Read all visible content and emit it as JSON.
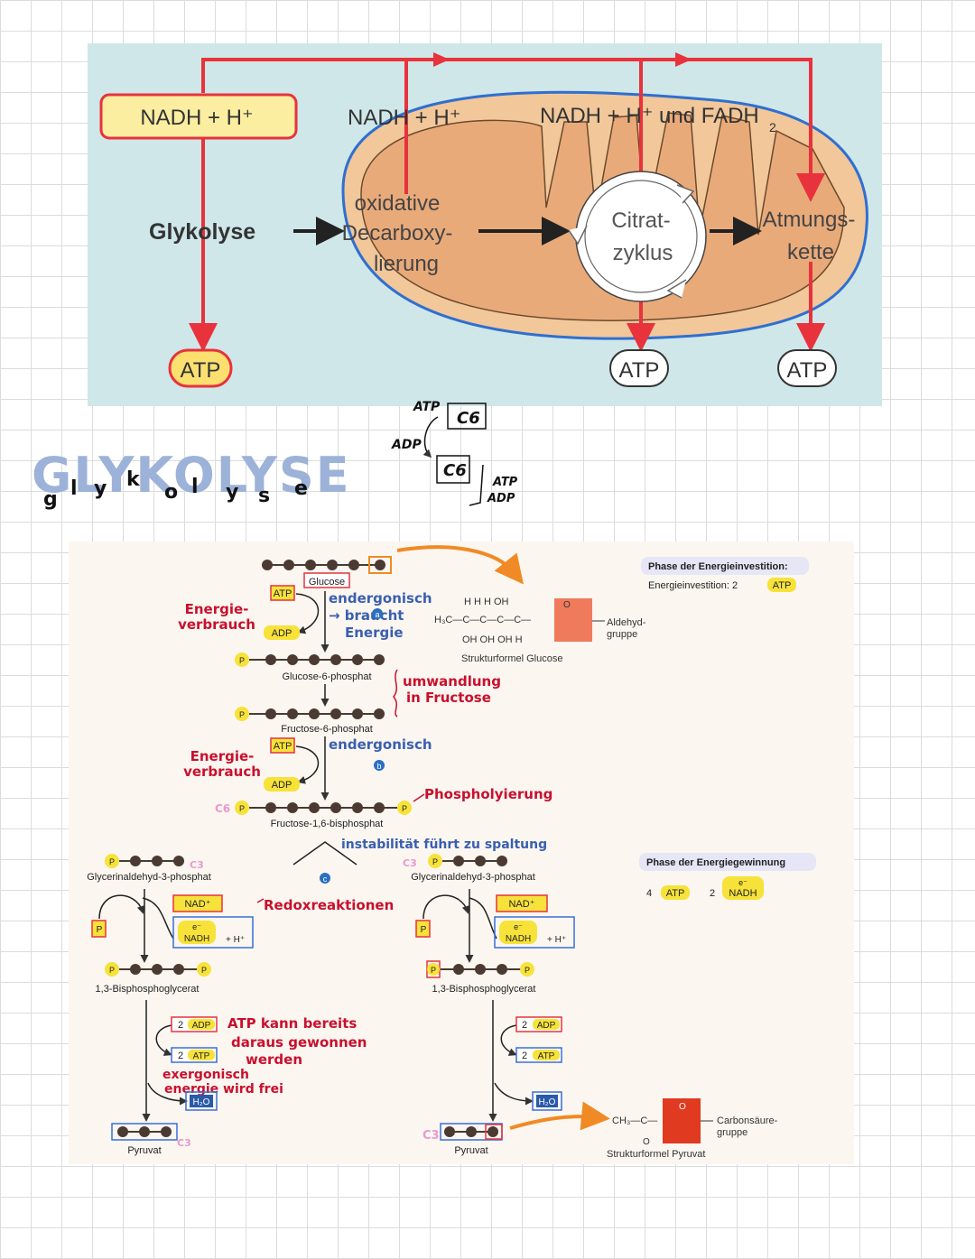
{
  "overview": {
    "nadh_box": "NADH + H⁺",
    "nadh_mid": "NADH + H⁺",
    "nadh_right": "NADH + H⁺ und FADH",
    "nadh_right_sub": "2",
    "glykolyse": "Glykolyse",
    "oxidative": [
      "oxidative",
      "Decarboxy-",
      "lierung"
    ],
    "citrat": [
      "Citrat-",
      "zyklus"
    ],
    "atmung": [
      "Atmungs-",
      "kette"
    ],
    "atp": "ATP"
  },
  "handwriting": {
    "title_top": "GLYKOLYSE",
    "title_letters": [
      "g",
      "l",
      "y",
      "k",
      "o",
      "l",
      "y",
      "s",
      "e"
    ],
    "atp": "ATP",
    "adp": "ADP",
    "c6": "C6",
    "atp_small": "ATP",
    "adp_small": "ADP"
  },
  "pathway": {
    "glucose": "Glucose",
    "atp": "ATP",
    "adp": "ADP",
    "p": "P",
    "glucose_6_phosphat": "Glucose-6-phosphat",
    "fructose_6_phosphat": "Fructose-6-phosphat",
    "fructose_1_6_bisphosphat": "Fructose-1,6-bisphosphat",
    "glycerinaldehyd": "Glycerinaldehyd-3-phosphat",
    "bisphosphoglycerat": "1,3-Bisphosphoglycerat",
    "pyruvat": "Pyruvat",
    "nad": "NAD⁺",
    "nadh": "NADH",
    "h_plus": "+ H⁺",
    "electron": "e⁻",
    "two": "2",
    "h2o": "H₂O",
    "label_a": "a",
    "label_b": "b",
    "label_c": "c",
    "strukturformel_glucose": "Strukturformel Glucose",
    "aldehyd": [
      "Aldehyd-",
      "gruppe"
    ],
    "strukturformel_pyruvat": "Strukturformel Pyruvat",
    "carbonsaeure": [
      "Carbonsäure-",
      "gruppe"
    ],
    "phase_investition": "Phase der Energieinvestition:",
    "energieinvestition": "Energieinvestition: 2",
    "phase_gewinnung": "Phase der Energiegewinnung",
    "four": "4",
    "glucose_formula_top": "H  H  H  OH",
    "glucose_formula_mid": "H₃C—C—C—C—C—",
    "glucose_formula_bot": "OH OH OH  H",
    "pyruvat_formula": "CH₃—C—",
    "o_label": "O"
  },
  "notes": {
    "energie_verbrauch": [
      "Energie-",
      "verbrauch"
    ],
    "endergonisch_1": [
      "endergonisch",
      "→ braucht",
      "Energie"
    ],
    "umwandlung": [
      "umwandlung",
      "in Fructose"
    ],
    "endergonisch_2": "endergonisch",
    "phosphorylierung": "Phospholyierung",
    "instabilitaet": "instabilität führt zu spaltung",
    "c3": "C3",
    "redox": "Redoxreaktionen",
    "atp_gewonnen": [
      "ATP kann bereits",
      "daraus gewonnen",
      "werden"
    ],
    "exergonisch": [
      "exergonisch",
      "energie wird frei"
    ]
  },
  "colors": {
    "arrow_red": "#e8323c",
    "mito_orange": "#e9aa7a",
    "mito_outer": "#f2c79a",
    "panel_teal": "#cfe7e8",
    "atp_yellow": "#f7e23a",
    "note_red": "#c8102e",
    "note_blue": "#3a5fb0",
    "title_blue": "#9db2d8",
    "nad_blue": "#3a6fd8"
  }
}
